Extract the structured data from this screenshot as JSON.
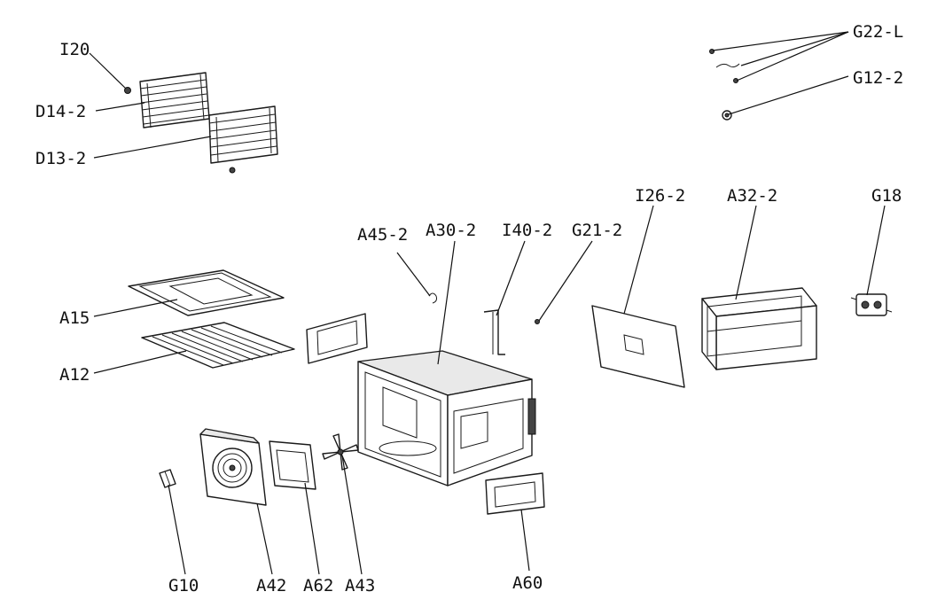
{
  "labels": {
    "I20": "I20",
    "D14_2": "D14-2",
    "D13_2": "D13-2",
    "G22_L": "G22-L",
    "G12_2": "G12-2",
    "A45_2": "A45-2",
    "A30_2": "A30-2",
    "I40_2": "I40-2",
    "G21_2": "G21-2",
    "I26_2": "I26-2",
    "A32_2": "A32-2",
    "G18": "G18",
    "A15": "A15",
    "A12": "A12",
    "G10": "G10",
    "A42": "A42",
    "A62": "A62",
    "A43": "A43",
    "A60": "A60"
  }
}
